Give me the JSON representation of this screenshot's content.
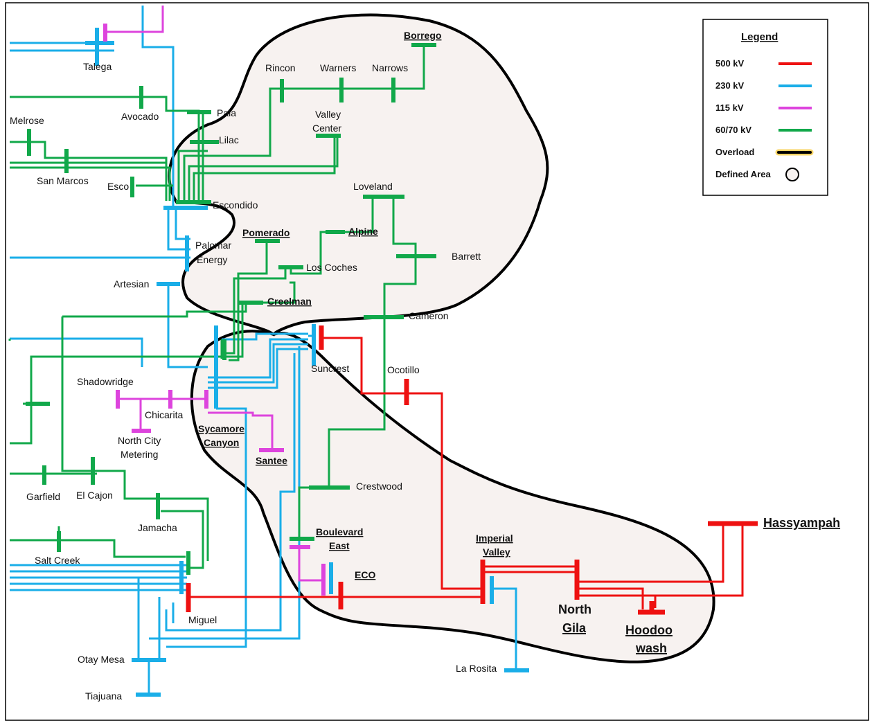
{
  "colors": {
    "kv500": "#ee1111",
    "kv230": "#1aaee8",
    "kv115": "#dd44dd",
    "kv6070": "#11a84a",
    "overload": "#000000",
    "overload_glow": "#f5b800",
    "area_fill": "#f7f2f0",
    "area_stroke": "#000000"
  },
  "legend": {
    "title": "Legend",
    "items": [
      {
        "label": "500 kV",
        "type": "kv500"
      },
      {
        "label": "230 kV",
        "type": "kv230"
      },
      {
        "label": "115 kV",
        "type": "kv115"
      },
      {
        "label": "60/70 kV",
        "type": "kv6070"
      },
      {
        "label": "Overload",
        "type": "overload"
      },
      {
        "label": "Defined Area",
        "type": "area"
      }
    ]
  },
  "stations": {
    "borrego": "Borrego",
    "rincon": "Rincon",
    "warners": "Warners",
    "narrows": "Narrows",
    "talega": "Talega",
    "avocado": "Avocado",
    "pala": "Pala",
    "melrose": "Melrose",
    "valley_center_1": "Valley",
    "valley_center_2": "Center",
    "lilac": "Lilac",
    "san_marcos": "San Marcos",
    "esco": "Esco",
    "escondido": "Escondido",
    "loveland": "Loveland",
    "pomerado": "Pomerado",
    "alpine": "Alpine",
    "palomar_1": "Palomar",
    "palomar_2": "Energy",
    "los_coches": "Los Coches",
    "barrett": "Barrett",
    "artesian": "Artesian",
    "creelman": "Creelman",
    "cameron": "Cameron",
    "suncrest": "Suncrest",
    "ocotillo": "Ocotillo",
    "shadowridge": "Shadowridge",
    "chicarita": "Chicarita",
    "sycamore_1": "Sycamore",
    "sycamore_2": "Canyon",
    "north_city_1": "North City",
    "north_city_2": "Metering",
    "santee": "Santee",
    "crestwood": "Crestwood",
    "garfield": "Garfield",
    "el_cajon": "El Cajon",
    "jamacha": "Jamacha",
    "boulevard_1": "Boulevard",
    "boulevard_2": "East",
    "salt_creek": "Salt Creek",
    "imperial_1": "Imperial",
    "imperial_2": "Valley",
    "hassyampah": "Hassyampah",
    "eco": "ECO",
    "north_gila_1": "North",
    "north_gila_2": "Gila",
    "hoodoo_1": "Hoodoo",
    "hoodoo_2": "wash",
    "miguel": "Miguel",
    "otay_mesa": "Otay Mesa",
    "la_rosita": "La Rosita",
    "tiajuana": "Tiajuana"
  }
}
